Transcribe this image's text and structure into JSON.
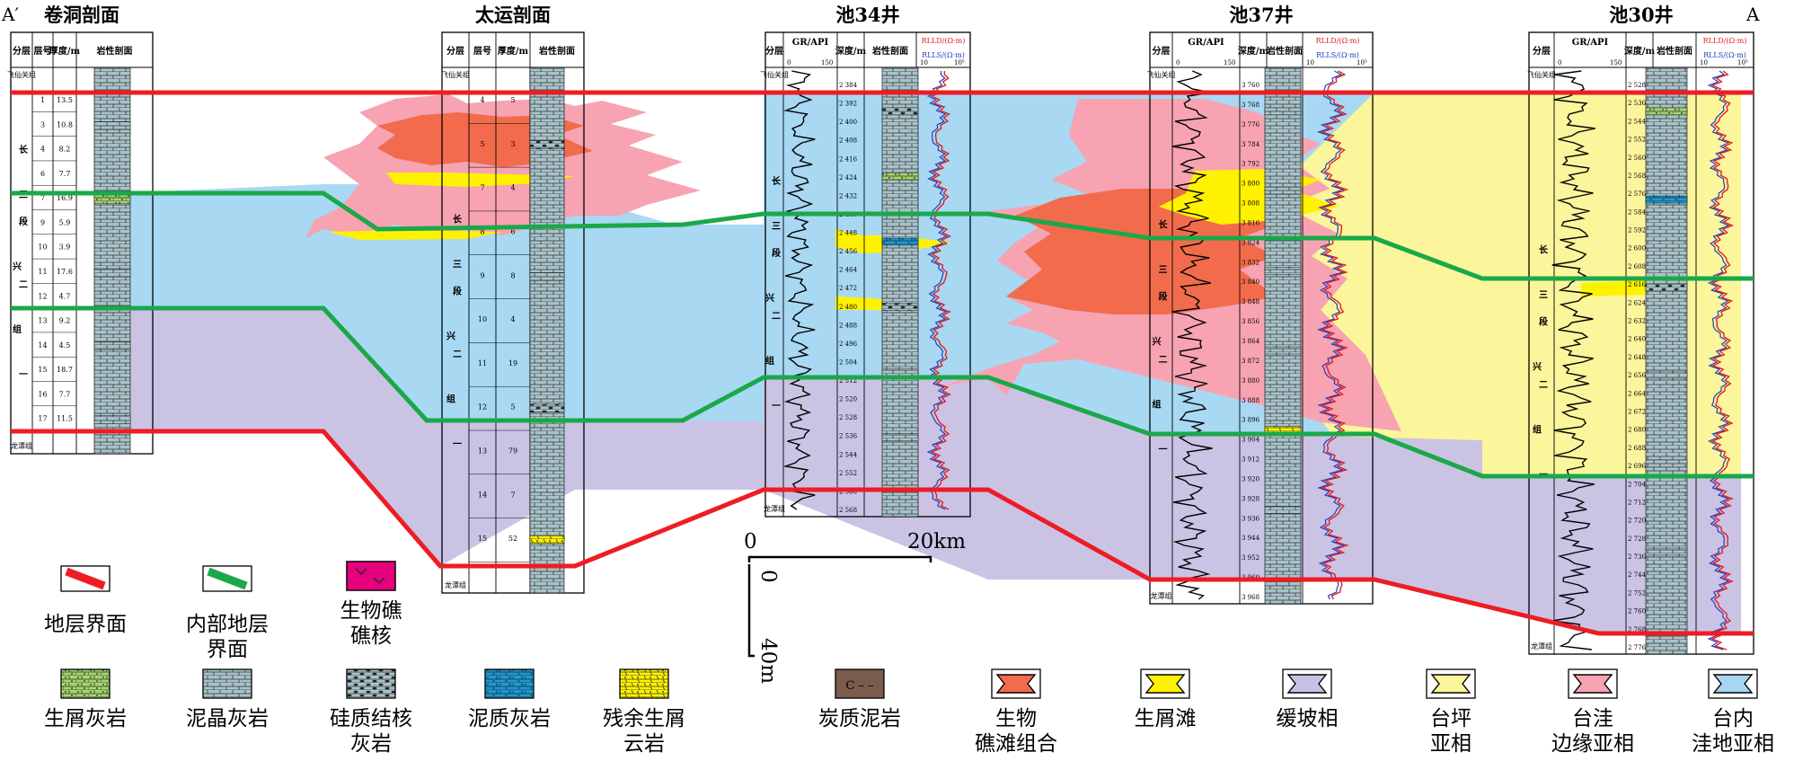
{
  "corner_labels": {
    "left": "A′",
    "right": "A"
  },
  "wells": [
    {
      "id": "juandong",
      "name": "卷洞剖面",
      "kind": "section",
      "headers": [
        "分层",
        "层号",
        "厚度/m",
        "岩性剖面"
      ],
      "strata": [
        "飞仙关组",
        "长三段",
        "长兴组",
        "长二段",
        "长一段",
        "组",
        "龙潭组"
      ],
      "strata_short": [
        "长",
        "三",
        "段",
        "长",
        "兴",
        "二",
        "段",
        "组",
        "长",
        "一",
        "段",
        "龙潭组"
      ],
      "layers": [
        {
          "no": "1",
          "thk": "13.5"
        },
        {
          "no": "3",
          "thk": "10.8"
        },
        {
          "no": "4",
          "thk": "8.2"
        },
        {
          "no": "6",
          "thk": "7.7"
        },
        {
          "no": "7",
          "thk": "16.9"
        },
        {
          "no": "9",
          "thk": "5.9"
        },
        {
          "no": "10",
          "thk": "3.9"
        },
        {
          "no": "11",
          "thk": "17.6"
        },
        {
          "no": "12",
          "thk": "4.7"
        },
        {
          "no": "13",
          "thk": "9.2"
        },
        {
          "no": "14",
          "thk": "4.5"
        },
        {
          "no": "15",
          "thk": "18.7"
        },
        {
          "no": "16",
          "thk": "7.7"
        },
        {
          "no": "17",
          "thk": "11.5"
        }
      ]
    },
    {
      "id": "taiyun",
      "name": "太运剖面",
      "kind": "section",
      "headers": [
        "分层",
        "层号",
        "厚度/m",
        "岩性剖面"
      ],
      "layers": [
        {
          "no": "4",
          "thk": "5"
        },
        {
          "no": "5",
          "thk": "3"
        },
        {
          "no": "7",
          "thk": "4"
        },
        {
          "no": "8",
          "thk": "6"
        },
        {
          "no": "9",
          "thk": "8"
        },
        {
          "no": "10",
          "thk": "4"
        },
        {
          "no": "11",
          "thk": "19"
        },
        {
          "no": "12",
          "thk": "5"
        },
        {
          "no": "13",
          "thk": "79"
        },
        {
          "no": "14",
          "thk": "7"
        },
        {
          "no": "15",
          "thk": "52"
        }
      ]
    },
    {
      "id": "chi34",
      "name": "池34井",
      "kind": "well",
      "headers": [
        "分层",
        "GR/API",
        "深度/m",
        "岩性剖面",
        "RLLD/(Ω·m)",
        "RLLS/(Ω·m)"
      ],
      "gr_scale": [
        "0",
        "150"
      ],
      "rt_scale": [
        "10",
        "10⁵"
      ],
      "depths": [
        "2 384",
        "2 392",
        "2 400",
        "2 408",
        "2 416",
        "2 424",
        "2 432",
        "2 440",
        "2 448",
        "2 456",
        "2 464",
        "2 472",
        "2 480",
        "2 488",
        "2 496",
        "2 504",
        "2 512",
        "2 520",
        "2 528",
        "2 536",
        "2 544",
        "2 552",
        "2 560",
        "2 568"
      ]
    },
    {
      "id": "chi37",
      "name": "池37井",
      "kind": "well",
      "headers": [
        "分层",
        "GR/API",
        "深度/m",
        "岩性剖面",
        "RLLD/(Ω·m)",
        "RLLS/(Ω·m)"
      ],
      "gr_scale": [
        "0",
        "150"
      ],
      "rt_scale": [
        "10",
        "10⁵"
      ],
      "depths": [
        "3 760",
        "3 768",
        "3 776",
        "3 784",
        "3 792",
        "3 800",
        "3 808",
        "3 816",
        "3 824",
        "3 832",
        "3 840",
        "3 848",
        "3 856",
        "3 864",
        "3 872",
        "3 880",
        "3 888",
        "3 896",
        "3 904",
        "3 912",
        "3 920",
        "3 928",
        "3 936",
        "3 944",
        "3 952",
        "3 960",
        "3 968"
      ]
    },
    {
      "id": "chi30",
      "name": "池30井",
      "kind": "well",
      "headers": [
        "分层",
        "GR/API",
        "深度/m",
        "岩性剖面",
        "RLLD/(Ω·m)",
        "RLLS/(Ω·m)"
      ],
      "gr_scale": [
        "0",
        "150"
      ],
      "rt_scale": [
        "10",
        "10⁵"
      ],
      "depths": [
        "2 528",
        "2 536",
        "2 544",
        "2 552",
        "2 560",
        "2 568",
        "2 576",
        "2 584",
        "2 592",
        "2 600",
        "2 608",
        "2 616",
        "2 624",
        "2 632",
        "2 640",
        "2 648",
        "2 656",
        "2 664",
        "2 672",
        "2 680",
        "2 688",
        "2 696",
        "2 704",
        "2 712",
        "2 720",
        "2 728",
        "2 736",
        "2 744",
        "2 752",
        "2 760",
        "2 768",
        "2 776"
      ]
    }
  ],
  "zone_labels": {
    "feixianguan": "飞仙关组",
    "longtan": "龙潭组",
    "chang": "长",
    "san": "三",
    "er": "二",
    "yi": "一",
    "duan": "段",
    "xing": "兴",
    "zu": "组"
  },
  "scale_bar": {
    "zero": "0",
    "h_label": "20km",
    "v_zero": "0",
    "v_label": "40m"
  },
  "legend": [
    {
      "id": "boundary",
      "label": [
        "地层界面"
      ],
      "color": "#ee1c24"
    },
    {
      "id": "inner-boundary",
      "label": [
        "内部地层",
        "界面"
      ],
      "color": "#1aa84a"
    },
    {
      "id": "reef-core",
      "label": [
        "生物礁",
        "礁核"
      ],
      "color": "#e6007e"
    },
    {
      "id": "bioclastic-limestone",
      "label": [
        "生屑灰岩"
      ],
      "color": "#9fd46a"
    },
    {
      "id": "micrite",
      "label": [
        "泥晶灰岩"
      ],
      "color": "#a5c2c9"
    },
    {
      "id": "chert-limestone",
      "label": [
        "硅质结核",
        "灰岩"
      ],
      "color": "#a5c2c9"
    },
    {
      "id": "argillaceous-limestone",
      "label": [
        "泥质灰岩"
      ],
      "color": "#1c9ad6"
    },
    {
      "id": "residual-dolomite",
      "label": [
        "残余生屑",
        "云岩"
      ],
      "color": "#fff200"
    },
    {
      "id": "carbonaceous-mudstone",
      "label": [
        "炭质泥岩"
      ],
      "color": "#7a5c4c",
      "symbol": "C – –"
    },
    {
      "id": "reef-shoal",
      "label": [
        "生物",
        "礁滩组合"
      ],
      "color": "#f26b4d"
    },
    {
      "id": "bioclastic-shoal",
      "label": [
        "生屑滩"
      ],
      "color": "#fff200"
    },
    {
      "id": "slope",
      "label": [
        "缓坡相"
      ],
      "color": "#c9c1e2"
    },
    {
      "id": "platform-flat",
      "label": [
        "台坪",
        "亚相"
      ],
      "color": "#fbf59b"
    },
    {
      "id": "depression-margin",
      "label": [
        "台洼",
        "边缘亚相"
      ],
      "color": "#f7a3b2"
    },
    {
      "id": "inner-depression",
      "label": [
        "台内",
        "洼地亚相"
      ],
      "color": "#a8d6f0"
    }
  ]
}
